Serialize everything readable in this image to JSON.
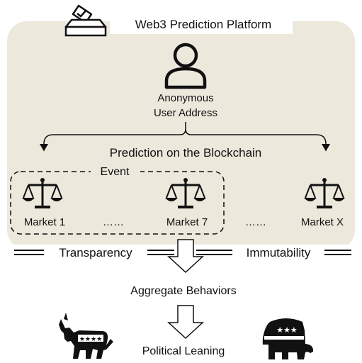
{
  "header": {
    "title": "Web3 Prediction Platform",
    "icon": "ballot-box-icon"
  },
  "user": {
    "label_line1": "Anonymous",
    "label_line2": "User Address",
    "icon": "person-icon"
  },
  "blockchain": {
    "label": "Prediction on the Blockchain"
  },
  "event": {
    "label": "Event"
  },
  "markets": [
    {
      "label": "Market 1",
      "icon": "scale-icon"
    },
    {
      "label": "Market 7",
      "icon": "scale-icon"
    },
    {
      "label": "Market X",
      "icon": "scale-icon"
    }
  ],
  "ellipsis": "……",
  "properties": {
    "left": "Transparency",
    "right": "Immutability"
  },
  "aggregate": {
    "label": "Aggregate Behaviors"
  },
  "outcome": {
    "label": "Political Leaning",
    "left_icon": "democrat-donkey-icon",
    "right_icon": "republican-elephant-icon"
  },
  "colors": {
    "panel": "#ece8dc",
    "stroke": "#111111"
  }
}
